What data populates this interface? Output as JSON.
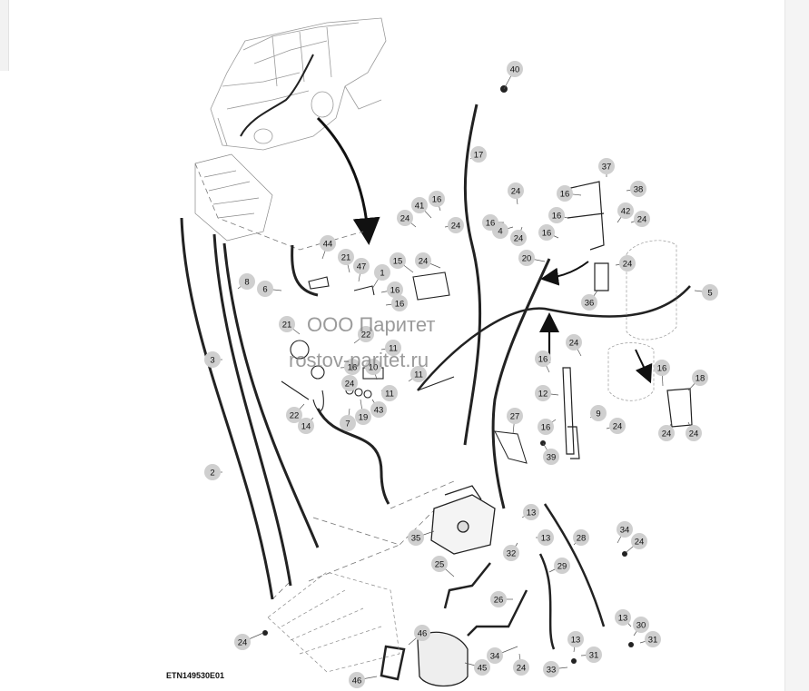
{
  "diagram": {
    "figure_code": "ETN149530E01",
    "watermark": {
      "line1": "ООО Паритет",
      "line2": "rostov-paritet.ru"
    },
    "callouts": [
      {
        "id": "c40",
        "label": "40"
      },
      {
        "id": "c17",
        "label": "17"
      },
      {
        "id": "c37",
        "label": "37"
      },
      {
        "id": "c38",
        "label": "38"
      },
      {
        "id": "c16a",
        "label": "16"
      },
      {
        "id": "c24a",
        "label": "24"
      },
      {
        "id": "c41",
        "label": "41"
      },
      {
        "id": "c16b",
        "label": "16"
      },
      {
        "id": "c24b",
        "label": "24"
      },
      {
        "id": "c24c",
        "label": "24"
      },
      {
        "id": "c16c",
        "label": "16"
      },
      {
        "id": "c16d",
        "label": "16"
      },
      {
        "id": "c42",
        "label": "42"
      },
      {
        "id": "c24d",
        "label": "24"
      },
      {
        "id": "c4",
        "label": "4"
      },
      {
        "id": "c24e",
        "label": "24"
      },
      {
        "id": "c16e",
        "label": "16"
      },
      {
        "id": "c44",
        "label": "44"
      },
      {
        "id": "c15",
        "label": "15"
      },
      {
        "id": "c24f",
        "label": "24"
      },
      {
        "id": "c20",
        "label": "20"
      },
      {
        "id": "c24g",
        "label": "24"
      },
      {
        "id": "c21a",
        "label": "21"
      },
      {
        "id": "c47",
        "label": "47"
      },
      {
        "id": "c1",
        "label": "1"
      },
      {
        "id": "c8",
        "label": "8"
      },
      {
        "id": "c6",
        "label": "6"
      },
      {
        "id": "c16f",
        "label": "16"
      },
      {
        "id": "c5",
        "label": "5"
      },
      {
        "id": "c36",
        "label": "36"
      },
      {
        "id": "c16g",
        "label": "16"
      },
      {
        "id": "c21b",
        "label": "21"
      },
      {
        "id": "c22a",
        "label": "22"
      },
      {
        "id": "c11a",
        "label": "11"
      },
      {
        "id": "c24h",
        "label": "24"
      },
      {
        "id": "c3",
        "label": "3"
      },
      {
        "id": "c16h",
        "label": "16"
      },
      {
        "id": "c10",
        "label": "10"
      },
      {
        "id": "c11b",
        "label": "11"
      },
      {
        "id": "c16i",
        "label": "16"
      },
      {
        "id": "c16j",
        "label": "16"
      },
      {
        "id": "c18",
        "label": "18"
      },
      {
        "id": "c24i",
        "label": "24"
      },
      {
        "id": "c12",
        "label": "12"
      },
      {
        "id": "c11c",
        "label": "11"
      },
      {
        "id": "c43",
        "label": "43"
      },
      {
        "id": "c22b",
        "label": "22"
      },
      {
        "id": "c14",
        "label": "14"
      },
      {
        "id": "c7",
        "label": "7"
      },
      {
        "id": "c19",
        "label": "19"
      },
      {
        "id": "c9",
        "label": "9"
      },
      {
        "id": "c16k",
        "label": "16"
      },
      {
        "id": "c24j",
        "label": "24"
      },
      {
        "id": "c24k",
        "label": "24"
      },
      {
        "id": "c24l",
        "label": "24"
      },
      {
        "id": "c27",
        "label": "27"
      },
      {
        "id": "c39",
        "label": "39"
      },
      {
        "id": "c2",
        "label": "2"
      },
      {
        "id": "c13a",
        "label": "13"
      },
      {
        "id": "c35",
        "label": "35"
      },
      {
        "id": "c32",
        "label": "32"
      },
      {
        "id": "c13b",
        "label": "13"
      },
      {
        "id": "c28",
        "label": "28"
      },
      {
        "id": "c34a",
        "label": "34"
      },
      {
        "id": "c24m",
        "label": "24"
      },
      {
        "id": "c25",
        "label": "25"
      },
      {
        "id": "c29",
        "label": "29"
      },
      {
        "id": "c26",
        "label": "26"
      },
      {
        "id": "c13c",
        "label": "13"
      },
      {
        "id": "c30",
        "label": "30"
      },
      {
        "id": "c46a",
        "label": "46"
      },
      {
        "id": "c24n",
        "label": "24"
      },
      {
        "id": "c34b",
        "label": "34"
      },
      {
        "id": "c13d",
        "label": "13"
      },
      {
        "id": "c31a",
        "label": "31"
      },
      {
        "id": "c31b",
        "label": "31"
      },
      {
        "id": "c45",
        "label": "45"
      },
      {
        "id": "c24o",
        "label": "24"
      },
      {
        "id": "c33",
        "label": "33"
      },
      {
        "id": "c46b",
        "label": "46"
      }
    ]
  }
}
